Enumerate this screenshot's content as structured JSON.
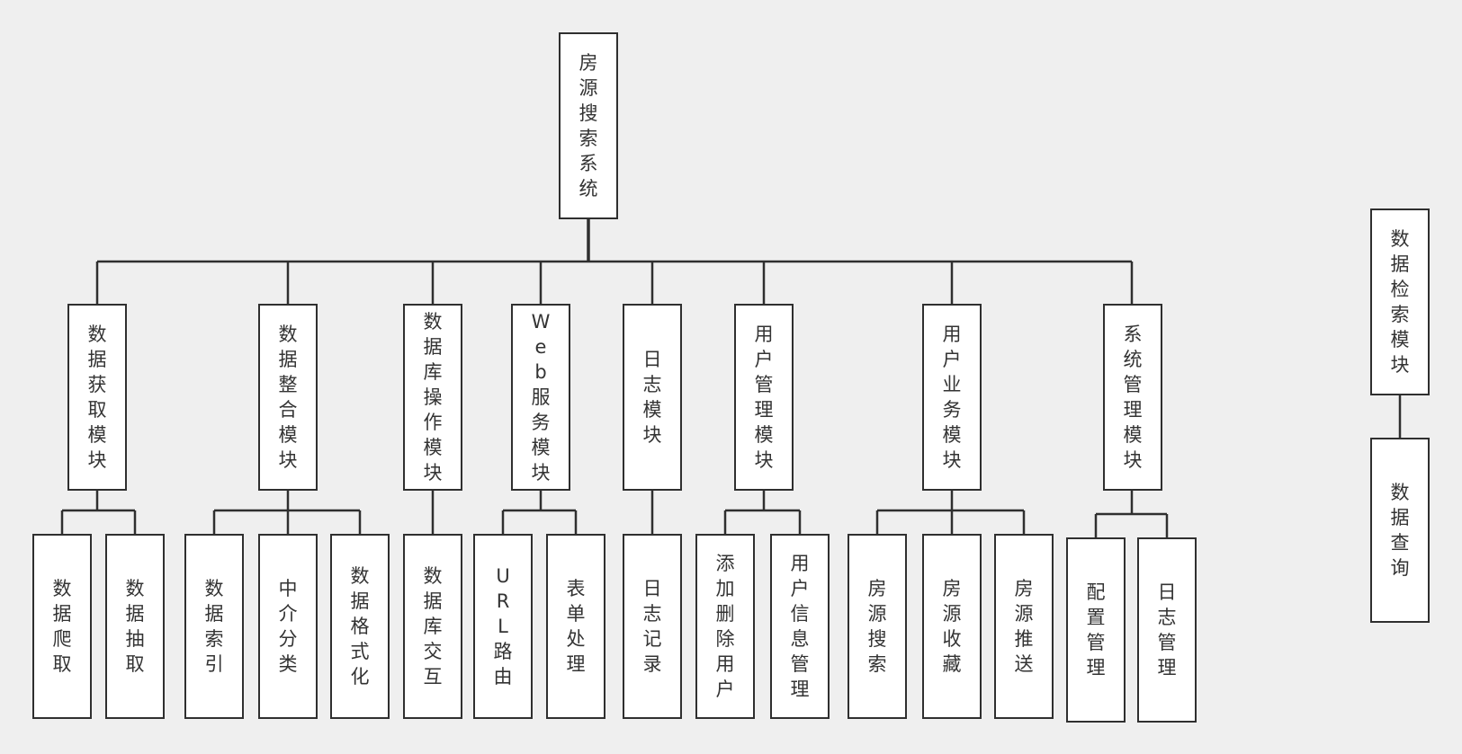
{
  "diagram": {
    "root": {
      "label": "房源搜索系统"
    },
    "modules": [
      {
        "label": "数据获取模块",
        "children": [
          "数据爬取",
          "数据抽取"
        ]
      },
      {
        "label": "数据整合模块",
        "children": [
          "数据索引",
          "中介分类",
          "数据格式化"
        ]
      },
      {
        "label": "数据库操作模块",
        "children": [
          "数据库交互"
        ]
      },
      {
        "label": "Web服务模块",
        "children": [
          "URL路由",
          "表单处理"
        ]
      },
      {
        "label": "日志模块",
        "children": [
          "日志记录"
        ]
      },
      {
        "label": "用户管理模块",
        "children": [
          "添加删除用户",
          "用户信息管理"
        ]
      },
      {
        "label": "用户业务模块",
        "children": [
          "房源搜索",
          "房源收藏",
          "房源推送"
        ]
      },
      {
        "label": "系统管理模块",
        "children": [
          "配置管理",
          "日志管理"
        ]
      }
    ],
    "side": {
      "label": "数据检索模块",
      "children": [
        "数据查询"
      ]
    }
  },
  "colors": {
    "background": "#efefef",
    "box_fill": "#ffffff",
    "stroke": "#2f2f2f",
    "text": "#333333"
  }
}
